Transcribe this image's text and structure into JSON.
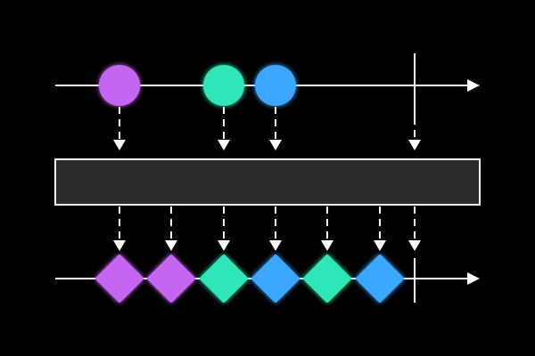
{
  "diagram": {
    "kind": "marble-diagram",
    "operator_label": "",
    "colors": {
      "background": "#000000",
      "line": "#ffffff",
      "operator_fill": "#2b2b2b",
      "operator_border": "#ffffff",
      "purple": "#c566f2",
      "teal": "#2ee6b8",
      "blue": "#3ea6ff"
    },
    "input_stream": {
      "marble_shape": "circle",
      "events": [
        {
          "color": "purple",
          "order": 1
        },
        {
          "color": "teal",
          "order": 2
        },
        {
          "color": "blue",
          "order": 3
        }
      ],
      "completed": true
    },
    "output_stream": {
      "marble_shape": "diamond",
      "events": [
        {
          "color": "purple",
          "order": 1
        },
        {
          "color": "purple",
          "order": 2
        },
        {
          "color": "teal",
          "order": 3
        },
        {
          "color": "blue",
          "order": 4
        },
        {
          "color": "teal",
          "order": 5
        },
        {
          "color": "blue",
          "order": 6
        }
      ],
      "completed": true
    }
  }
}
